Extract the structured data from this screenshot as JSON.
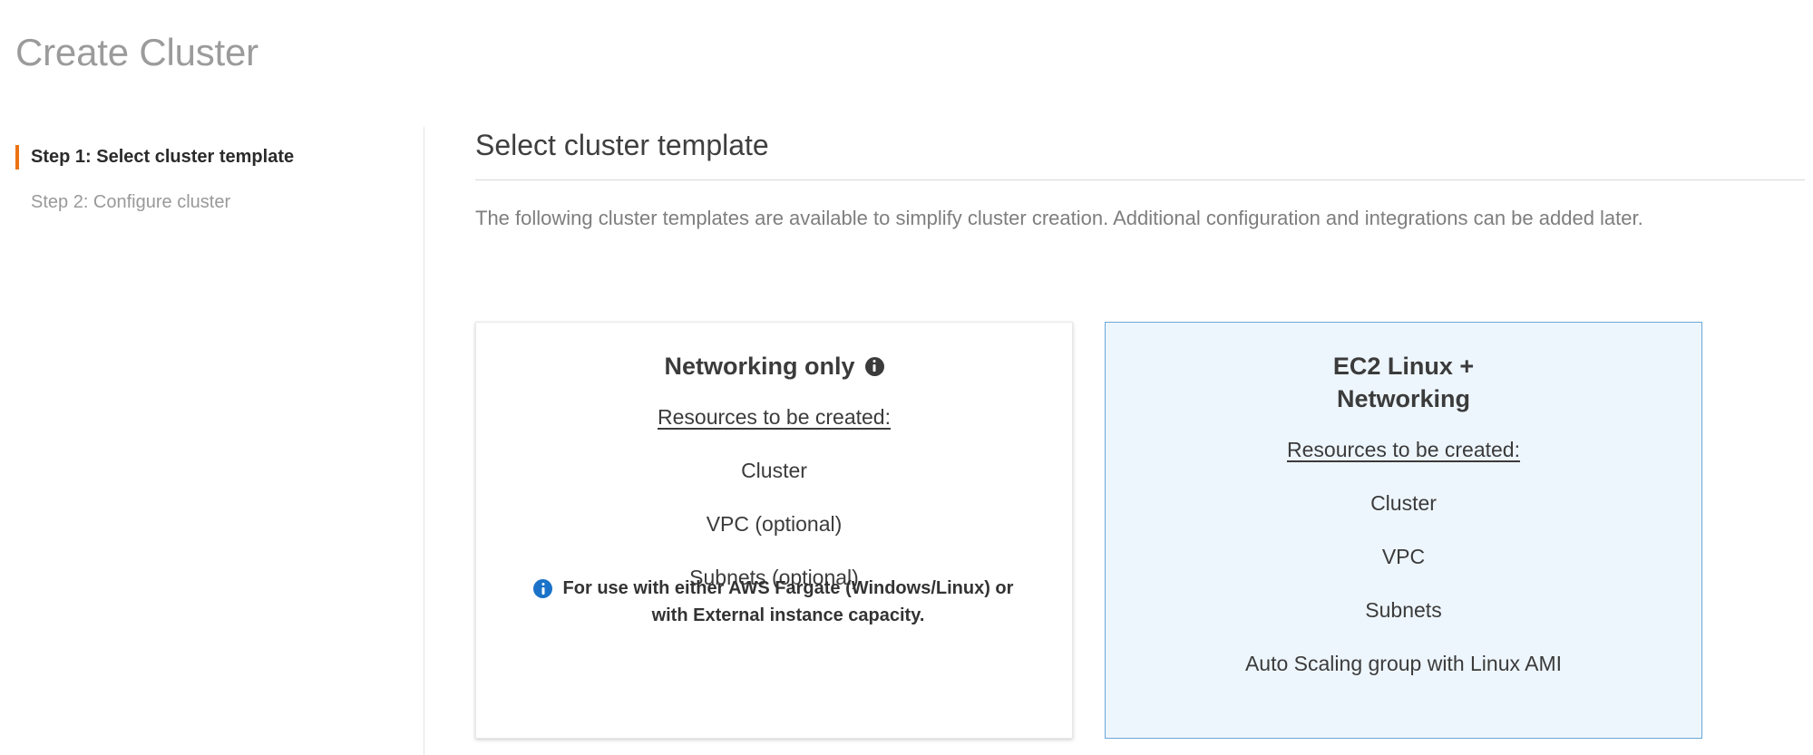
{
  "page": {
    "title": "Create Cluster"
  },
  "wizard": {
    "steps": [
      {
        "label": "Step 1: Select cluster template",
        "state": "active"
      },
      {
        "label": "Step 2: Configure cluster",
        "state": "inactive"
      }
    ],
    "active_marker_color": "#ec7211"
  },
  "content": {
    "heading": "Select cluster template",
    "description": "The following cluster templates are available to simplify cluster creation. Additional configuration and integrations can be added later.",
    "resources_label": "Resources to be created:"
  },
  "cards": [
    {
      "title": "Networking only",
      "title_icon": "info-icon",
      "selected": false,
      "resources_label": "Resources to be created:",
      "resources": [
        "Cluster",
        "VPC (optional)",
        "Subnets (optional)"
      ],
      "note": {
        "icon": "info-icon",
        "text": "For use with either AWS Fargate (Windows/Linux) or with External instance capacity.",
        "icon_color": "#1a73c8"
      }
    },
    {
      "title_line1": "EC2 Linux +",
      "title_line2": "Networking",
      "selected": true,
      "resources_label": "Resources to be created:",
      "resources": [
        "Cluster",
        "VPC",
        "Subnets",
        "Auto Scaling group with Linux AMI"
      ],
      "selected_bg": "#eef6fd",
      "selected_border": "#6ba7d8"
    }
  ]
}
